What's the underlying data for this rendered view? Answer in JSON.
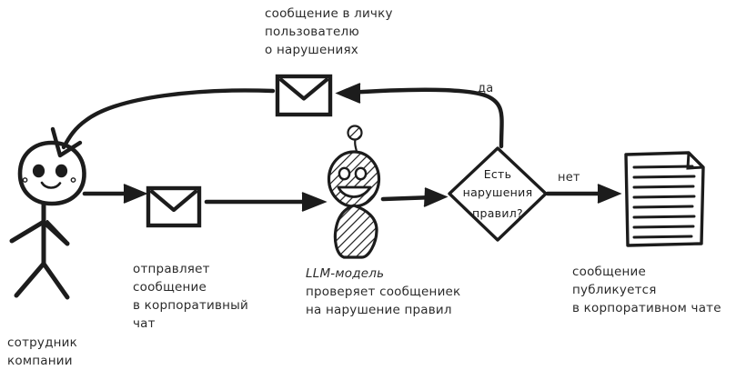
{
  "meta": {
    "title": "Блок-схема модерации сообщений LLM-моделью",
    "background_color": "#ffffff",
    "ink_color": "#1c1c1c",
    "text_color": "#2b2b2b"
  },
  "labels": {
    "top_note": {
      "lines": [
        "сообщение в личку",
        "пользователю",
        "о нарушениях"
      ],
      "text": "сообщение в личку\nпользователю\nо нарушениях"
    },
    "employee": {
      "lines": [
        "сотрудник",
        "компании"
      ],
      "text": "сотрудник\nкомпании"
    },
    "sends": {
      "lines": [
        "отправляет",
        "сообщение",
        "в корпоративный",
        "чат"
      ],
      "text": "отправляет\nсообщение\nв корпоративный\nчат"
    },
    "llm": {
      "emphasis": "LLM-модель",
      "lines": [
        "LLM-модель",
        "проверяет сообщениек",
        "на нарушение правил"
      ],
      "rest": "проверяет сообщениек\nна нарушение правил"
    },
    "published": {
      "lines": [
        "сообщение",
        "публикуется",
        "в корпоративном чате"
      ],
      "text": "сообщение\nпубликуется\nв корпоративном чате"
    }
  },
  "decision": {
    "name": "есть-нарушения-правил",
    "lines": [
      "Есть",
      "нарушения",
      "правил?"
    ],
    "line1": "Есть",
    "line2": "нарушения",
    "line3": "правил?"
  },
  "edges": {
    "yes_label": "да",
    "no_label": "нет"
  },
  "nodes": {
    "person": "сотрудник-компании",
    "envelope_out": "конверт-сообщение",
    "robot": "llm-модель-робот",
    "diamond": "решение-есть-нарушения",
    "document": "опубликованное-сообщение",
    "envelope_dm": "конверт-личное-сообщение"
  }
}
